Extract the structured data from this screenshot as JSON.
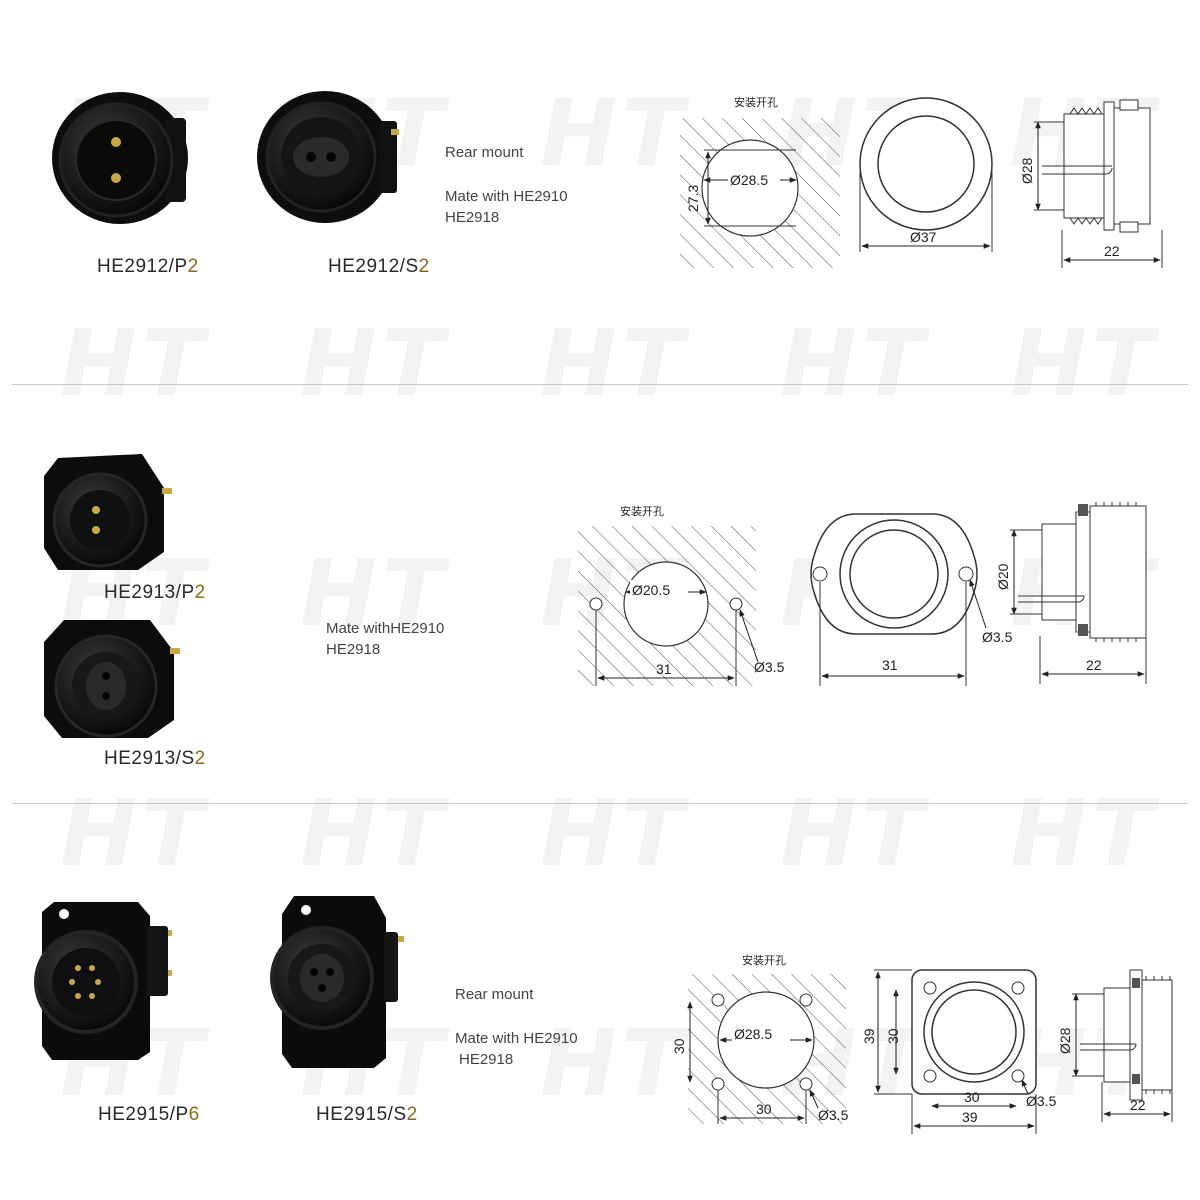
{
  "watermark": "HT",
  "sections": [
    {
      "products": [
        {
          "model": "HE2912/P",
          "suffix": "2"
        },
        {
          "model": "HE2912/S",
          "suffix": "2"
        }
      ],
      "mount_note": "Rear mount",
      "mate_note_line1": "Mate with HE2910",
      "mate_note_line2": "HE2918",
      "panel_cutout_title": "安装开孔",
      "dims": {
        "cutout_dia": "Ø28.5",
        "cutout_flat": "27.3",
        "flange_dia": "Ø37",
        "thread_dia": "Ø28",
        "length": "22"
      }
    },
    {
      "products": [
        {
          "model": "HE2913/P",
          "suffix": "2"
        },
        {
          "model": "HE2913/S",
          "suffix": "2"
        }
      ],
      "mate_note_line1": "Mate withHE2910",
      "mate_note_line2": "HE2918",
      "panel_cutout_title": "安装开孔",
      "dims": {
        "cutout_dia": "Ø20.5",
        "hole_spacing": "31",
        "hole_dia": "Ø3.5",
        "flange_spacing": "31",
        "flange_hole_dia": "Ø3.5",
        "thread_dia": "Ø20",
        "length": "22"
      }
    },
    {
      "products": [
        {
          "model": "HE2915/P",
          "suffix": "6"
        },
        {
          "model": "HE2915/S",
          "suffix": "2"
        }
      ],
      "mount_note": "Rear mount",
      "mate_note_line1": "Mate with HE2910",
      "mate_note_line2": "HE2918",
      "panel_cutout_title": "安装开孔",
      "dims": {
        "cutout_dia": "Ø28.5",
        "hole_spacing_v": "30",
        "hole_spacing_h": "30",
        "hole_dia": "Ø3.5",
        "flange_outer_v": "39",
        "flange_inner_v": "30",
        "flange_inner_h": "30",
        "flange_outer_h": "39",
        "flange_hole_dia": "Ø3.5",
        "thread_dia": "Ø28",
        "length": "22"
      }
    }
  ]
}
